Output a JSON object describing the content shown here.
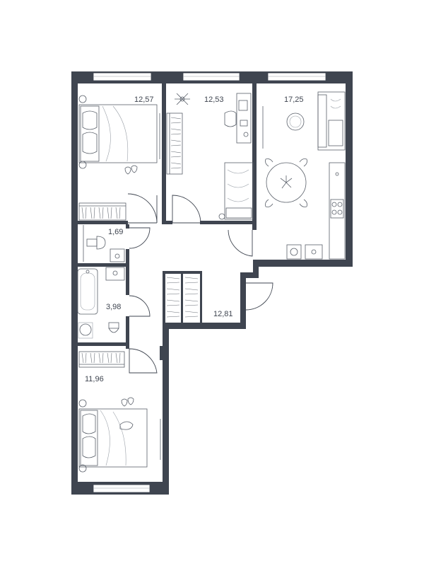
{
  "rooms": {
    "bedroom_1": {
      "area": "12,57"
    },
    "bedroom_2": {
      "area": "12,53"
    },
    "kitchen_living": {
      "area": "17,25"
    },
    "wc": {
      "area": "1,69"
    },
    "bathroom": {
      "area": "3,98"
    },
    "hallway": {
      "area": "12,81"
    },
    "bedroom_3": {
      "area": "11,96"
    }
  },
  "colors": {
    "wall": "#3f4550",
    "furniture_stroke": "#5a606a",
    "background": "#ffffff"
  }
}
